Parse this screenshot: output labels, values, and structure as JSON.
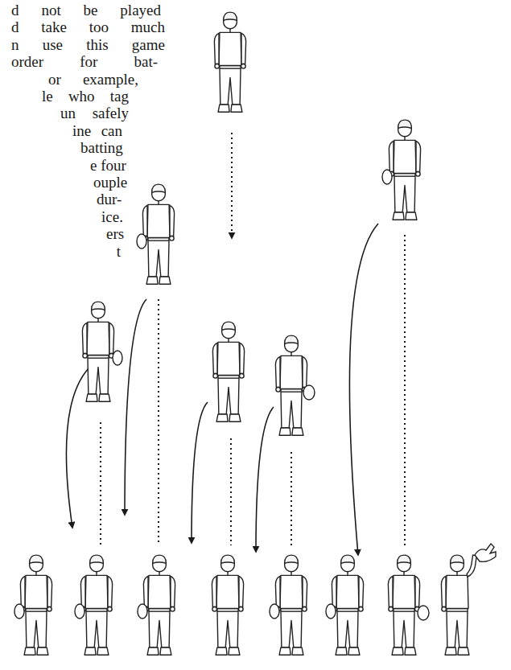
{
  "diagram": {
    "labels": [
      "d not be played",
      "d take too much",
      "n use this game",
      "order for bat-",
      "or example,",
      "le who tag",
      "un safely",
      "ine can",
      "batting",
      "e four",
      "ouple",
      "dur-",
      "ice.",
      "ers",
      "t"
    ]
  }
}
